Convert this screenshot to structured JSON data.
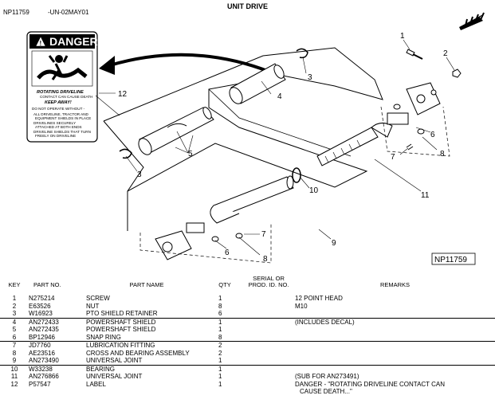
{
  "header": {
    "doc_id": "NP11759",
    "doc_date": "-UN-02MAY01",
    "title": "UNIT DRIVE"
  },
  "diagram": {
    "figure_id": "NP11759",
    "danger_label": {
      "heading": "DANGER",
      "subtitle_line1": "ROTATING DRIVELINE",
      "subtitle_line2": "CONTACT CAN CAUSE DEATH",
      "subtitle_line3": "KEEP AWAY!",
      "line_do_not": "DO NOT OPERATE WITHOUT -",
      "bullet1": "ALL DRIVELINE, TRACTOR AND",
      "bullet1b": "EQUIPMENT SHIELDS IN PLACE",
      "bullet2": "DRIVELINES SECURELY",
      "bullet2b": "ATTACHED AT BOTH ENDS",
      "bullet3": "DRIVELINE SHIELDS THAT TURN",
      "bullet3b": "FREELY ON DRIVELINE"
    },
    "callouts": [
      "1",
      "2",
      "3",
      "4",
      "5",
      "3",
      "6",
      "7",
      "8",
      "11",
      "10",
      "7",
      "6",
      "8",
      "9",
      "12"
    ]
  },
  "table": {
    "headers": {
      "key": "KEY",
      "part_no": "PART NO.",
      "part_name": "PART NAME",
      "qty": "QTY",
      "serial_line1": "SERIAL OR",
      "serial_line2": "PROD. ID. NO.",
      "remarks": "REMARKS"
    },
    "rows": [
      {
        "key": "1",
        "part_no": "N275214",
        "name": "SCREW",
        "qty": "1",
        "serial": "",
        "remarks": "12 POINT HEAD"
      },
      {
        "key": "2",
        "part_no": "E63526",
        "name": "NUT",
        "qty": "8",
        "serial": "",
        "remarks": "M10"
      },
      {
        "key": "3",
        "part_no": "W16923",
        "name": "PTO SHIELD RETAINER",
        "qty": "6",
        "serial": "",
        "remarks": ""
      },
      {
        "key": "4",
        "part_no": "AN272433",
        "name": "POWERSHAFT SHIELD",
        "qty": "1",
        "serial": "",
        "remarks": "(INCLUDES DECAL)"
      },
      {
        "key": "5",
        "part_no": "AN272435",
        "name": "POWERSHAFT SHIELD",
        "qty": "1",
        "serial": "",
        "remarks": ""
      },
      {
        "key": "6",
        "part_no": "BP12946",
        "name": "SNAP RING",
        "qty": "8",
        "serial": "",
        "remarks": ""
      },
      {
        "key": "7",
        "part_no": "JD7760",
        "name": "LUBRICATION FITTING",
        "qty": "2",
        "serial": "",
        "remarks": ""
      },
      {
        "key": "8",
        "part_no": "AE23516",
        "name": "CROSS AND BEARING ASSEMBLY",
        "qty": "2",
        "serial": "",
        "remarks": ""
      },
      {
        "key": "9",
        "part_no": "AN273490",
        "name": "UNIVERSAL JOINT",
        "qty": "1",
        "serial": "",
        "remarks": ""
      },
      {
        "key": "10",
        "part_no": "W33238",
        "name": "BEARING",
        "qty": "1",
        "serial": "",
        "remarks": ""
      },
      {
        "key": "11",
        "part_no": "AN276866",
        "name": "UNIVERSAL JOINT",
        "qty": "1",
        "serial": "",
        "remarks": "(SUB FOR AN273491)"
      },
      {
        "key": "12",
        "part_no": "P57547",
        "name": "LABEL",
        "qty": "1",
        "serial": "",
        "remarks": "DANGER - \"ROTATING DRIVELINE CONTACT CAN",
        "remarks2": "CAUSE DEATH...\""
      }
    ]
  }
}
